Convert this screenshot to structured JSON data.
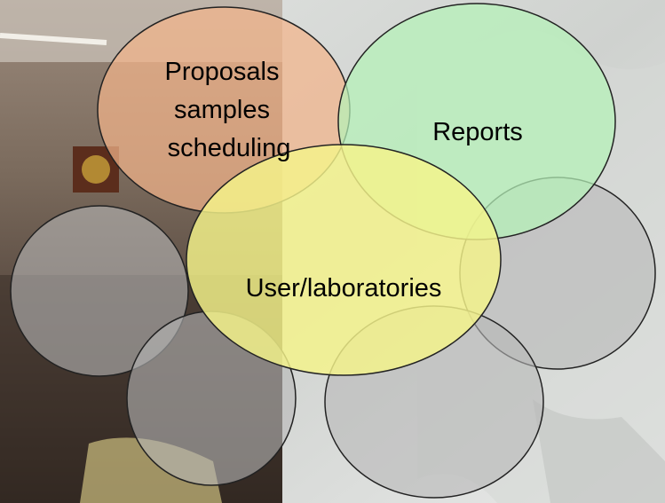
{
  "diagram": {
    "labels": {
      "proposals_line1": "Proposals",
      "proposals_line2": "samples",
      "proposals_line3": "scheduling",
      "reports": "Reports",
      "center": "User/laboratories"
    },
    "colors": {
      "proposals_fill": "#f3b48a",
      "reports_fill": "#b5f2b8",
      "center_fill": "#f5f48a",
      "gray_fill": "#b8b8b8",
      "outline": "#222222"
    }
  }
}
